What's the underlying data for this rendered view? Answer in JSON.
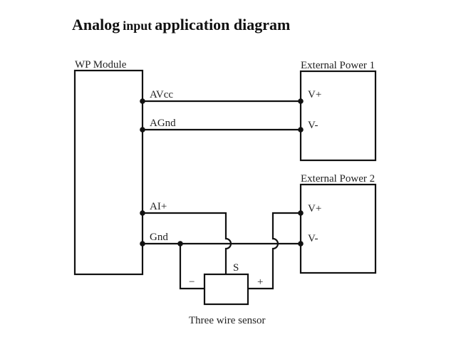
{
  "title": {
    "main": "Analog",
    "small": "input",
    "rest": "application diagram"
  },
  "module": {
    "label": "WP Module",
    "pins": {
      "avcc": "AVcc",
      "agnd": "AGnd",
      "ai_plus": "AI+",
      "gnd": "Gnd"
    }
  },
  "power1": {
    "label": "External Power 1",
    "v_plus": "V+",
    "v_minus": "V-"
  },
  "power2": {
    "label": "External Power 2",
    "v_plus": "V+",
    "v_minus": "V-"
  },
  "sensor": {
    "caption": "Three wire sensor",
    "signal": "S",
    "minus": "−",
    "plus": "+"
  }
}
